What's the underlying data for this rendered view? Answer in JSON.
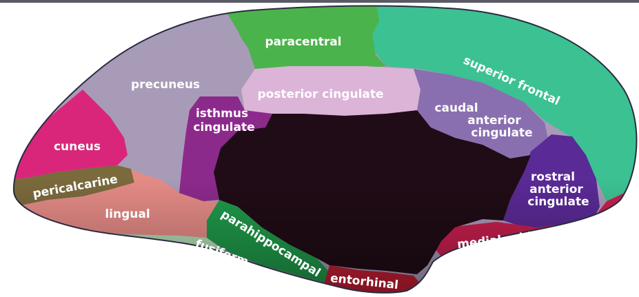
{
  "diagram": {
    "regions": [
      {
        "id": "paracentral",
        "label": "paracentral",
        "color": "#4bb34b"
      },
      {
        "id": "superior-frontal",
        "label": "superior frontal",
        "color": "#3cc192"
      },
      {
        "id": "precuneus",
        "label": "precuneus",
        "color": "#a89bb8"
      },
      {
        "id": "posterior-cingulate",
        "label": "posterior cingulate",
        "color": "#dcb4d8"
      },
      {
        "id": "isthmus-cingulate",
        "label": [
          "isthmus",
          "cingulate"
        ],
        "color": "#8c2a8c"
      },
      {
        "id": "caudal-anterior-cingulate",
        "label": [
          "caudal",
          "anterior",
          "cingulate"
        ],
        "color": "#8a6fb0"
      },
      {
        "id": "cuneus",
        "label": "cuneus",
        "color": "#d9267a"
      },
      {
        "id": "pericalcarine",
        "label": "pericalcarine",
        "color": "#7b6a3c"
      },
      {
        "id": "lingual",
        "label": "lingual",
        "color": "#e58b86"
      },
      {
        "id": "rostral-anterior-cingulate",
        "label": [
          "rostral",
          "anterior",
          "cingulate"
        ],
        "color": "#5a2a96"
      },
      {
        "id": "medial-orbitofrontal",
        "label": "medial orbitofrontal",
        "color": "#c81f4e"
      },
      {
        "id": "parahippocampal",
        "label": "parahippocampal",
        "color": "#1f9a4a"
      },
      {
        "id": "fusiform",
        "label": "fusiform",
        "color": "#b4dcb4"
      },
      {
        "id": "entorhinal",
        "label": "entorhinal",
        "color": "#c41e34"
      },
      {
        "id": "medial-wall",
        "label": "",
        "color": "#200c16"
      }
    ]
  }
}
